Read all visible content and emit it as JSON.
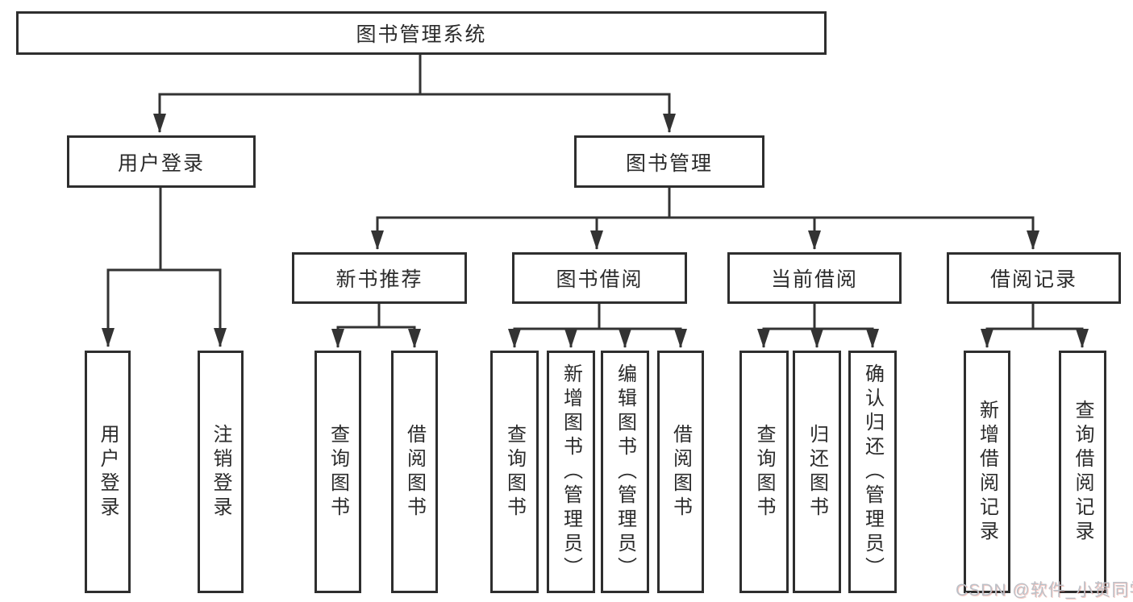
{
  "diagram": {
    "title": "图书管理系统",
    "level2": [
      {
        "label": "用户登录"
      },
      {
        "label": "图书管理"
      }
    ],
    "level3": [
      {
        "label": "新书推荐"
      },
      {
        "label": "图书借阅"
      },
      {
        "label": "当前借阅"
      },
      {
        "label": "借阅记录"
      }
    ],
    "leaves": [
      {
        "label": "用户登录"
      },
      {
        "label": "注销登录"
      },
      {
        "label": "查询图书"
      },
      {
        "label": "借阅图书"
      },
      {
        "label": "查询图书"
      },
      {
        "label": "新增图书（管理员）"
      },
      {
        "label": "编辑图书（管理员）"
      },
      {
        "label": "借阅图书"
      },
      {
        "label": "查询图书"
      },
      {
        "label": "归还图书"
      },
      {
        "label": "确认归还（管理员）"
      },
      {
        "label": "新增借阅记录"
      },
      {
        "label": "查询借阅记录"
      }
    ]
  },
  "watermark": {
    "text": "CSDN @软件_小贺同学"
  },
  "colors": {
    "line": "#333333",
    "border": "#2e2e2e",
    "text": "#2b2b2b",
    "background": "#ffffff",
    "watermark": "#bcc0c7"
  }
}
